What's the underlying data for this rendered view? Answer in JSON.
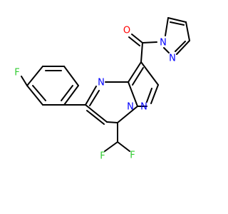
{
  "molecule": {
    "atoms": {
      "F_para": "F",
      "N_pyrimidine": "N",
      "O_carbonyl": "O",
      "N_pz1": "N",
      "N_pz2": "N",
      "N_core_bridge": "N",
      "N_core_ring": "N",
      "F_1": "F",
      "F_2": "F"
    },
    "colors": {
      "carbon_bond": "#000000",
      "fluorine": "#32CD32",
      "nitrogen": "#0000FF",
      "oxygen": "#FF0000"
    }
  }
}
